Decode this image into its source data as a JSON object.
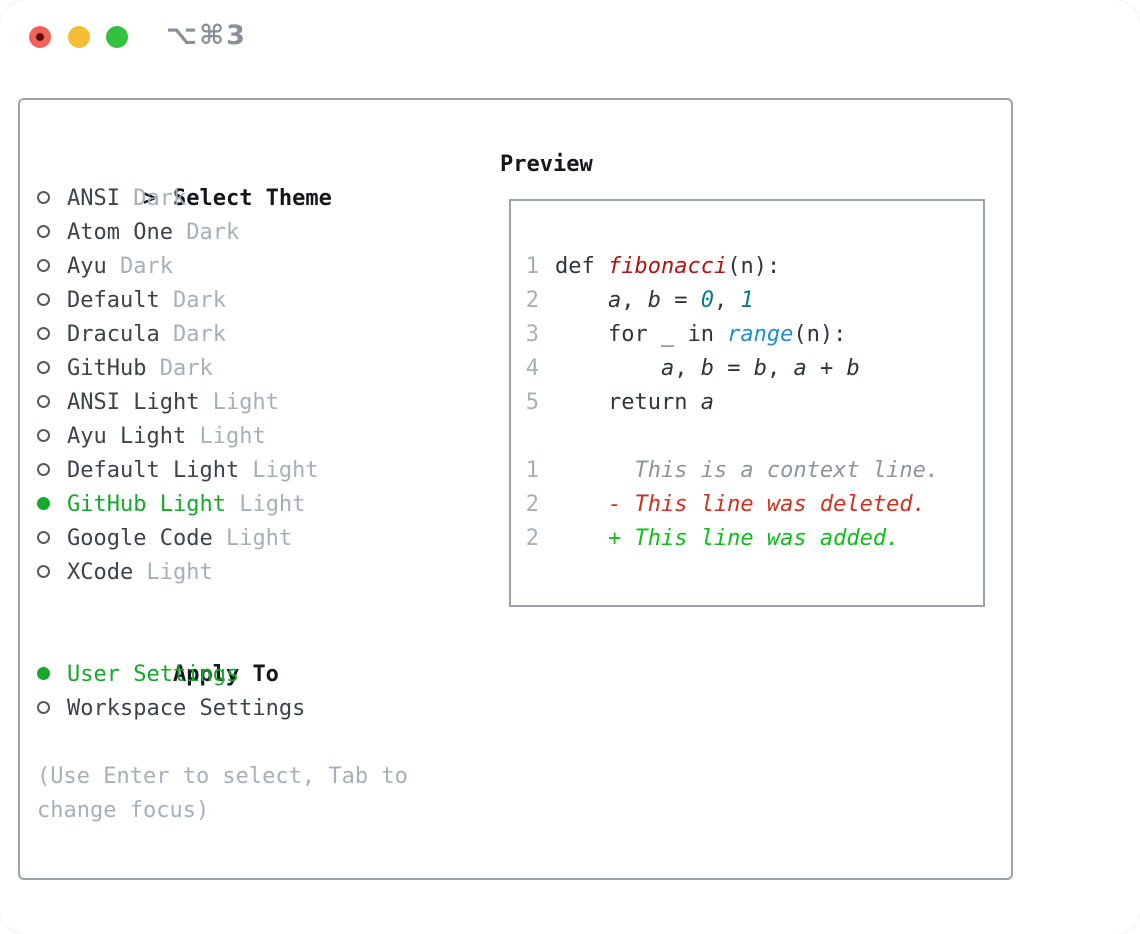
{
  "titlebar": {
    "shortcut": "⌥⌘3",
    "traffic_lights": [
      "close",
      "minimize",
      "zoom"
    ]
  },
  "theme_panel": {
    "header_prefix": ">",
    "header": "Select Theme",
    "themes": [
      {
        "name": "ANSI",
        "variant": "Dark",
        "selected": false
      },
      {
        "name": "Atom One",
        "variant": "Dark",
        "selected": false
      },
      {
        "name": "Ayu",
        "variant": "Dark",
        "selected": false
      },
      {
        "name": "Default",
        "variant": "Dark",
        "selected": false
      },
      {
        "name": "Dracula",
        "variant": "Dark",
        "selected": false
      },
      {
        "name": "GitHub",
        "variant": "Dark",
        "selected": false
      },
      {
        "name": "ANSI Light",
        "variant": "Light",
        "selected": false
      },
      {
        "name": "Ayu Light",
        "variant": "Light",
        "selected": false
      },
      {
        "name": "Default Light",
        "variant": "Light",
        "selected": false
      },
      {
        "name": "GitHub Light",
        "variant": "Light",
        "selected": true
      },
      {
        "name": "Google Code",
        "variant": "Light",
        "selected": false
      },
      {
        "name": "XCode",
        "variant": "Light",
        "selected": false
      }
    ],
    "apply_to": {
      "header": "Apply To",
      "options": [
        {
          "label": "User Settings",
          "selected": true
        },
        {
          "label": "Workspace Settings",
          "selected": false
        }
      ]
    },
    "hint_lines": [
      "(Use Enter to select, Tab to",
      "change focus)"
    ]
  },
  "preview": {
    "header": "Preview",
    "lines": [
      {
        "num": "1",
        "tokens": [
          {
            "text": "def ",
            "style": "code"
          },
          {
            "text": "fibonacci",
            "style": "func"
          },
          {
            "text": "(n):",
            "style": "code"
          }
        ]
      },
      {
        "num": "2",
        "tokens": [
          {
            "text": "    ",
            "style": "code"
          },
          {
            "text": "a",
            "style": "var"
          },
          {
            "text": ", ",
            "style": "code"
          },
          {
            "text": "b",
            "style": "var"
          },
          {
            "text": " = ",
            "style": "code"
          },
          {
            "text": "0",
            "style": "num"
          },
          {
            "text": ", ",
            "style": "code"
          },
          {
            "text": "1",
            "style": "num"
          }
        ]
      },
      {
        "num": "3",
        "tokens": [
          {
            "text": "    for _ in ",
            "style": "code"
          },
          {
            "text": "range",
            "style": "builtin"
          },
          {
            "text": "(n):",
            "style": "code"
          }
        ]
      },
      {
        "num": "4",
        "tokens": [
          {
            "text": "        ",
            "style": "code"
          },
          {
            "text": "a",
            "style": "var"
          },
          {
            "text": ", ",
            "style": "code"
          },
          {
            "text": "b",
            "style": "var"
          },
          {
            "text": " = ",
            "style": "code"
          },
          {
            "text": "b",
            "style": "var"
          },
          {
            "text": ", ",
            "style": "code"
          },
          {
            "text": "a",
            "style": "var"
          },
          {
            "text": " + ",
            "style": "code"
          },
          {
            "text": "b",
            "style": "var"
          }
        ]
      },
      {
        "num": "5",
        "tokens": [
          {
            "text": "    return ",
            "style": "code"
          },
          {
            "text": "a",
            "style": "var"
          }
        ]
      },
      {
        "num": "",
        "tokens": []
      },
      {
        "num": "1",
        "tokens": [
          {
            "text": "      This is a context line.",
            "style": "context"
          }
        ]
      },
      {
        "num": "2",
        "tokens": [
          {
            "text": "    - This line was deleted.",
            "style": "deleted"
          }
        ]
      },
      {
        "num": "2",
        "tokens": [
          {
            "text": "    + This line was added.",
            "style": "added"
          }
        ]
      }
    ]
  },
  "colors": {
    "selected_green": "#17a82e",
    "added_green": "#0fbe1a",
    "deleted_red": "#ce3120",
    "function_red": "#b01411",
    "number_teal": "#0b7b8a",
    "builtin_blue": "#2090d0",
    "muted_gray": "#a6b0ba",
    "context_gray": "#8d959f",
    "text_dark": "#3d434b",
    "code_text": "#2f353c",
    "border_gray": "#99a2ad",
    "traffic_red": "#f36258",
    "traffic_yellow": "#f5bd33",
    "traffic_green": "#33c13f"
  }
}
